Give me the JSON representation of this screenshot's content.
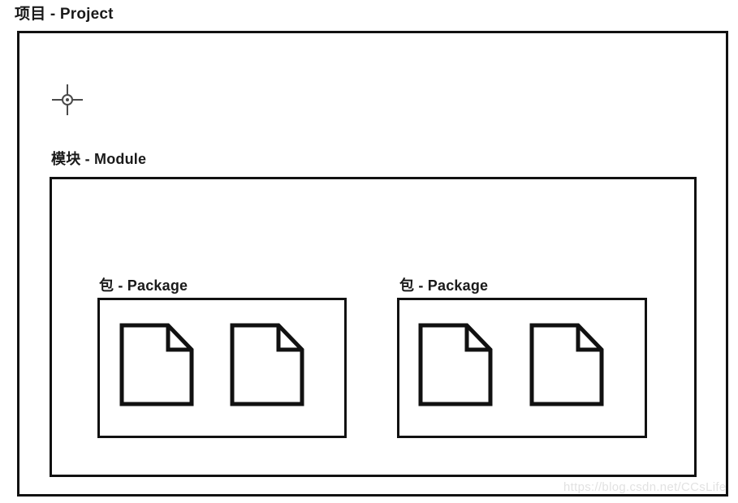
{
  "diagram": {
    "title_label": "项目 - Project",
    "module_label": "模块 - Module",
    "packages": [
      {
        "label": "包 - Package"
      },
      {
        "label": "包 - Package"
      }
    ],
    "icons": {
      "registration_mark": "crosshair-icon",
      "file": "file-document-icon"
    },
    "colors": {
      "stroke": "#111111",
      "text": "#1a1a1a",
      "background": "#ffffff",
      "watermark": "#e2e2e2"
    },
    "file_count_per_package": 2
  },
  "watermark": {
    "text": "https://blog.csdn.net/CCsLife"
  }
}
